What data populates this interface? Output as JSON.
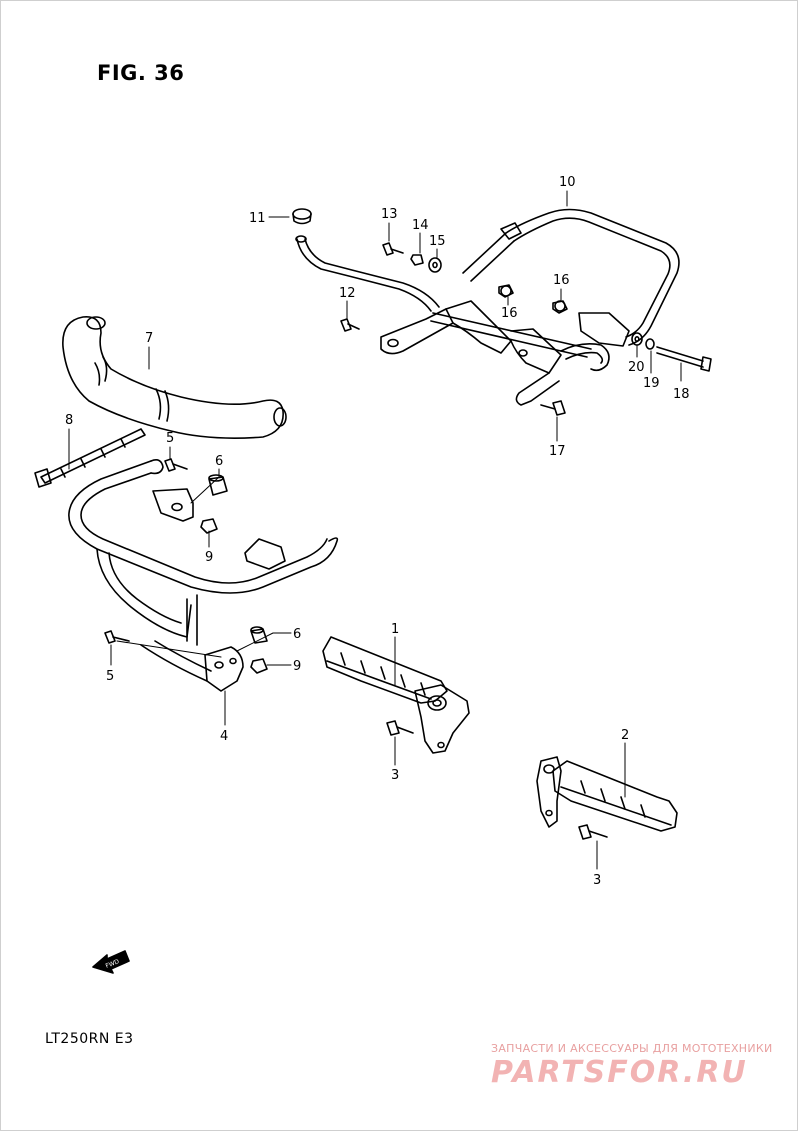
{
  "figure": {
    "title": "FIG. 36",
    "model_code": "LT250RN  E3"
  },
  "fwd_label": "FWD",
  "callouts": {
    "c1": "1",
    "c2": "2",
    "c3a": "3",
    "c3b": "3",
    "c4": "4",
    "c5a": "5",
    "c5b": "5",
    "c6a": "6",
    "c6b": "6",
    "c7": "7",
    "c8": "8",
    "c9a": "9",
    "c9b": "9",
    "c10": "10",
    "c11": "11",
    "c12": "12",
    "c13": "13",
    "c14": "14",
    "c15": "15",
    "c16a": "16",
    "c16b": "16",
    "c17": "17",
    "c18": "18",
    "c19": "19",
    "c20": "20"
  },
  "watermark": {
    "tagline": "ЗАПЧАСТИ И АКСЕССУАРЫ ДЛЯ МОТОТЕХНИКИ",
    "logo": "PARTSFOR.RU",
    "color": "#f2b3b3"
  }
}
